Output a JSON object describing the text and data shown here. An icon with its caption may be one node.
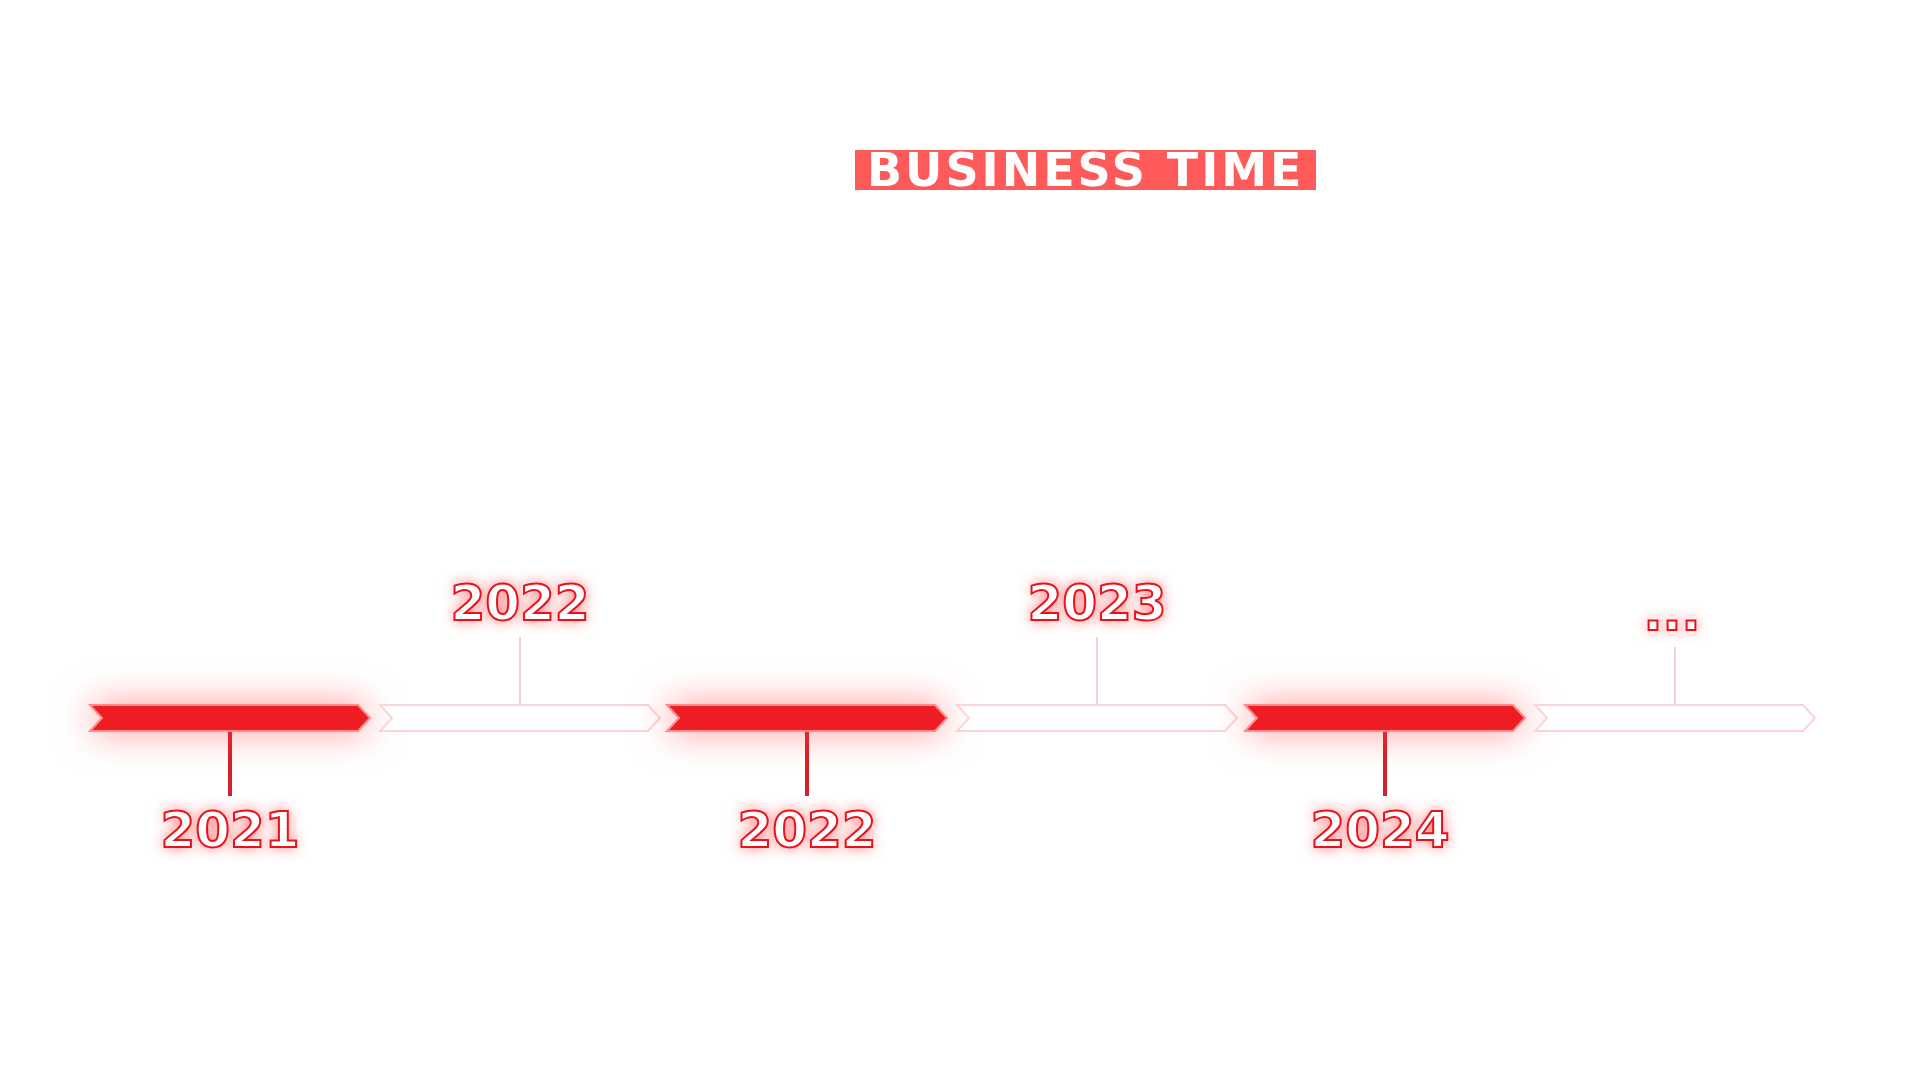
{
  "diagram": {
    "title": "BUSINESS TIME",
    "nodes": [
      {
        "text": [
          "2022"
        ]
      },
      {
        "text": [
          "2023"
        ]
      },
      {
        "text": [
          "..."
        ]
      },
      {
        "text": [],
        "shape": "bar"
      },
      {
        "text": [],
        "shape": "bar"
      },
      {
        "text": [],
        "shape": "bar"
      },
      {
        "text": [],
        "shape": "bar"
      },
      {
        "text": [],
        "shape": "bar"
      },
      {
        "text": [],
        "shape": "bar"
      },
      {
        "text": [
          "2021"
        ]
      },
      {
        "text": [
          "2022"
        ]
      },
      {
        "text": [
          "2024"
        ]
      }
    ],
    "edges": [
      {
        "from": 9,
        "to": 3,
        "arrow": "none"
      },
      {
        "from": 0,
        "to": 4,
        "arrow": "none",
        "color": "#f7d0d3"
      },
      {
        "from": 10,
        "to": 5,
        "arrow": "none"
      },
      {
        "from": 1,
        "to": 6,
        "arrow": "none",
        "color": "#f7d0d3"
      },
      {
        "from": 11,
        "to": 7,
        "arrow": "none"
      },
      {
        "from": 2,
        "to": 8,
        "arrow": "none",
        "color": "#f7d0d3"
      }
    ]
  }
}
